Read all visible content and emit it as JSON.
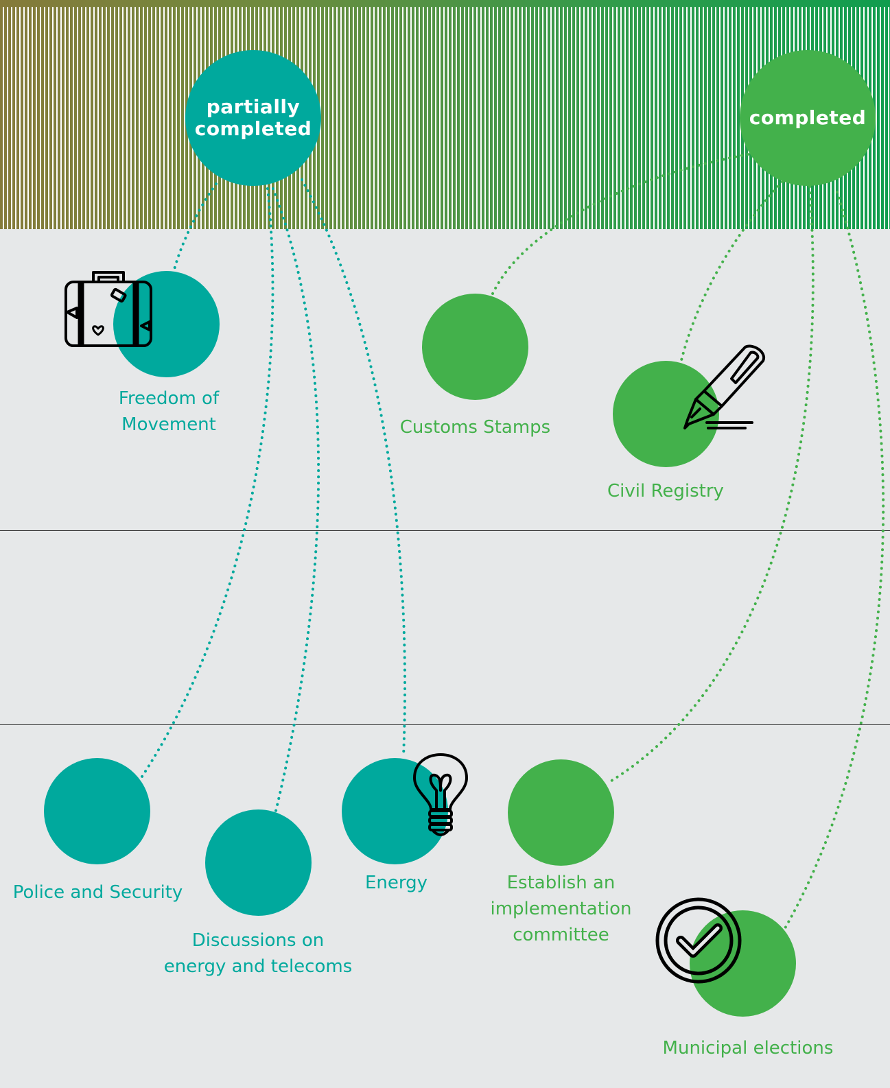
{
  "colors": {
    "partially_completed": "#00a99d",
    "completed": "#43b14b",
    "background": "#e6e8e9"
  },
  "hubs": {
    "partially_completed": "partially\ncompleted",
    "completed": "completed"
  },
  "items": {
    "freedom_of_movement": "Freedom of\nMovement",
    "customs_stamps": "Customs Stamps",
    "civil_registry": "Civil Registry",
    "police_and_security": "Police and Security",
    "discussions_energy_telecoms": "Discussions on\nenergy and telecoms",
    "energy": "Energy",
    "establish_implementation_committee": "Establish an\nimplementation\ncommittee",
    "municipal_elections": "Municipal elections"
  },
  "icons": {
    "freedom_of_movement": "suitcase-icon",
    "civil_registry": "fountain-pen-icon",
    "energy": "lightbulb-icon",
    "municipal_elections": "checkmark-badge-icon"
  }
}
